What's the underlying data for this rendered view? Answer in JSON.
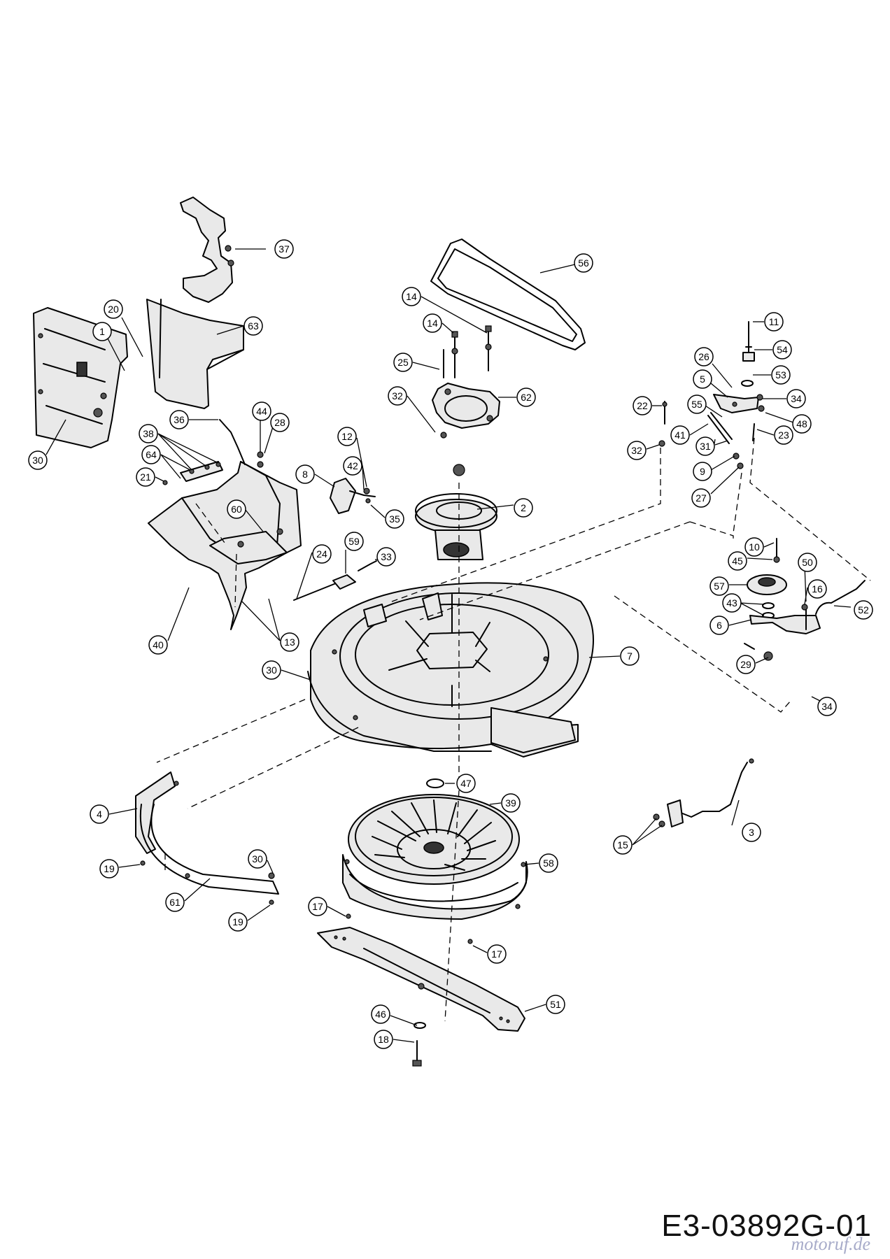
{
  "drawing_code": "E3-03892G-01",
  "watermark": "motoruf.de",
  "callouts": [
    "37",
    "56",
    "63",
    "20",
    "1",
    "14",
    "14",
    "11",
    "54",
    "26",
    "53",
    "25",
    "5",
    "34",
    "62",
    "32",
    "55",
    "48",
    "22",
    "23",
    "41",
    "31",
    "32",
    "9",
    "27",
    "30",
    "36",
    "44",
    "28",
    "38",
    "12",
    "64",
    "21",
    "42",
    "8",
    "2",
    "35",
    "60",
    "10",
    "45",
    "50",
    "24",
    "59",
    "33",
    "57",
    "16",
    "43",
    "6",
    "52",
    "40",
    "13",
    "29",
    "30",
    "7",
    "34",
    "47",
    "39",
    "4",
    "3",
    "15",
    "19",
    "30",
    "58",
    "61",
    "17",
    "19",
    "17",
    "51",
    "46",
    "18"
  ]
}
